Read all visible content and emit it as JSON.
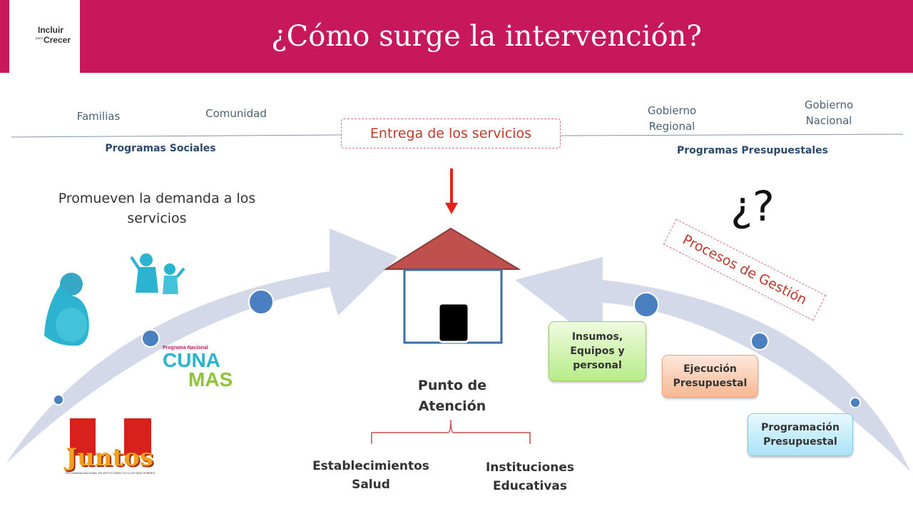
{
  "header": {
    "title": "¿Cómo surge la intervención?",
    "logo": {
      "line1": "Incluir",
      "line2": "para",
      "line3": "Crecer"
    }
  },
  "left": {
    "familias": "Familias",
    "comunidad": "Comunidad",
    "programas_sociales": "Programas Sociales",
    "promueven": "Promueven la demanda a los servicios"
  },
  "right": {
    "gobierno_regional": "Gobierno Regional",
    "gobierno_nacional": "Gobierno Nacional",
    "programas_presupuestales": "Programas Presupuestales",
    "question": "¿?",
    "procesos": "Procesos de Gestión",
    "insumos": "Insumos, Equipos y personal",
    "ejecucion": "Ejecución Presupuestal",
    "programacion": "Programación Presupuestal"
  },
  "center": {
    "entrega": "Entrega de los servicios",
    "punto": "Punto de Atención",
    "establecimientos": "Establecimientos Salud",
    "instituciones": "Instituciones Educativas"
  },
  "logos": {
    "cuna_small": "Programa Nacional",
    "cuna_top": "CUNA",
    "cuna_bottom": "MAS",
    "juntos": "Juntos",
    "juntos_tagline": "PROGRAMA NACIONAL DE APOYO DIRECTO A LOS MÁS POBRES"
  },
  "colors": {
    "header": "#c8185c",
    "accent_red": "#c0392b",
    "arrow": "#d3d9e8",
    "dot": "#4a7fc1"
  }
}
